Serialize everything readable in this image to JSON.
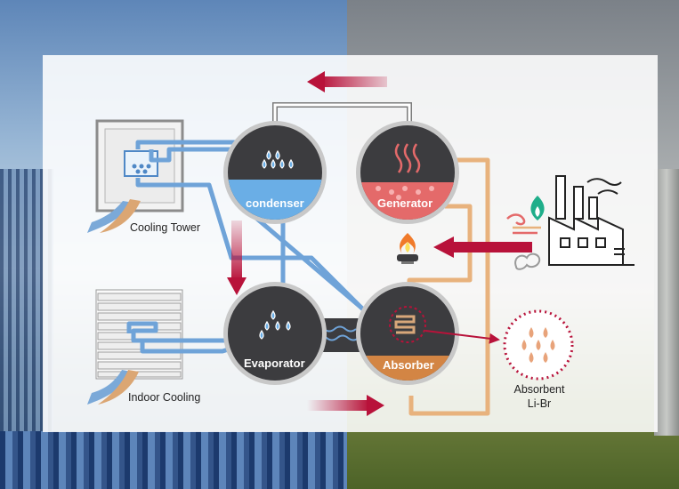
{
  "labels": {
    "condenser": "condenser",
    "generator": "Generator",
    "evaporator": "Evaporator",
    "absorber": "Absorber",
    "cooling_tower": "Cooling Tower",
    "indoor_cooling": "Indoor Cooling",
    "absorbent_line1": "Absorbent",
    "absorbent_line2": "Li-Br"
  },
  "colors": {
    "cooling_water": "#6fa3d8",
    "hot_water": "#e8b27d",
    "arrow": "#b8123a",
    "vessel": "#3c3c3f",
    "generator_fill": "#e46a6a",
    "absorber_fill": "#d38544",
    "condenser_fill": "#6aaee6"
  }
}
